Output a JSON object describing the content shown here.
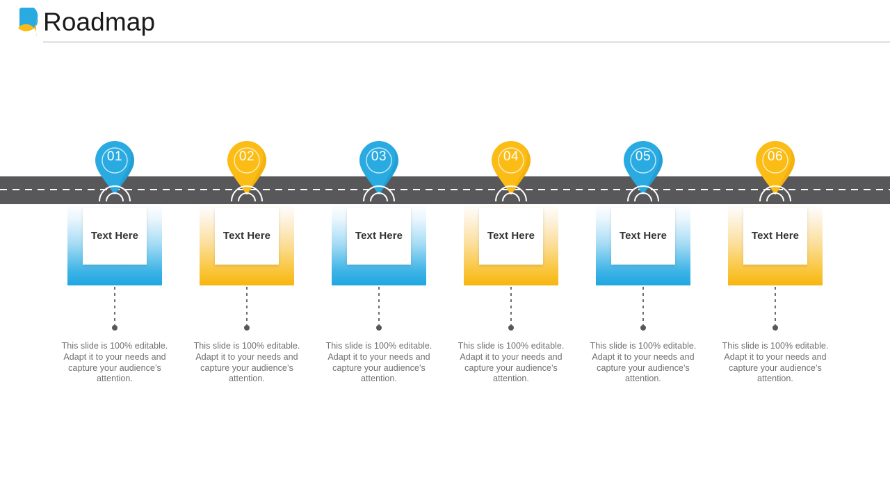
{
  "header": {
    "title": "Roadmap",
    "logo_name": "brand-logo-leaf",
    "logo_colors": {
      "top": "#29ABE2",
      "bottom": "#FBBC16"
    },
    "rule_color": "#a6a6a6"
  },
  "road": {
    "band_color": "#58585a",
    "centerline_color": "#ffffff",
    "centerline_style": "dashed"
  },
  "palette": {
    "blue": "#29ABE2",
    "blue_dark": "#1E97CC",
    "amber": "#FBBC16",
    "amber_dark": "#EDA908",
    "text_dark": "#333333",
    "text_body": "#6f6f6f"
  },
  "milestones": [
    {
      "number": "01",
      "accent": "blue",
      "card_label": "Text Here",
      "description": "This slide is 100% editable. Adapt it to your needs and capture your audience’s attention."
    },
    {
      "number": "02",
      "accent": "amber",
      "card_label": "Text Here",
      "description": "This slide is 100% editable. Adapt it to your needs and capture your audience’s attention."
    },
    {
      "number": "03",
      "accent": "blue",
      "card_label": "Text Here",
      "description": "This slide is 100% editable. Adapt it to your needs and capture your audience’s attention."
    },
    {
      "number": "04",
      "accent": "amber",
      "card_label": "Text Here",
      "description": "This slide is 100% editable. Adapt it to your needs and capture your audience’s attention."
    },
    {
      "number": "05",
      "accent": "blue",
      "card_label": "Text Here",
      "description": "This slide is 100% editable. Adapt it to your needs and capture your audience’s attention."
    },
    {
      "number": "06",
      "accent": "amber",
      "card_label": "Text Here",
      "description": "This slide is 100% editable. Adapt it to your needs and capture your audience’s attention."
    }
  ]
}
